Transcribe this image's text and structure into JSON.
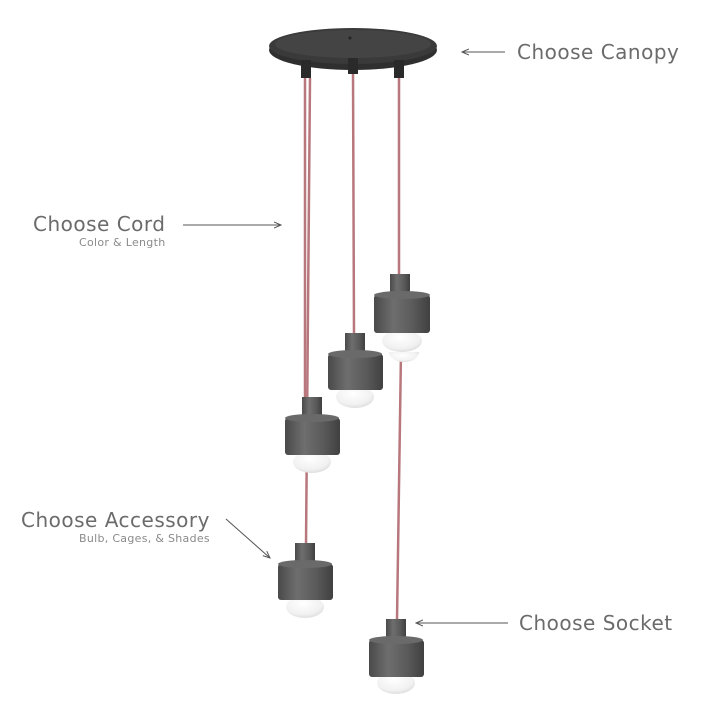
{
  "callouts": {
    "canopy": {
      "title": "Choose Canopy"
    },
    "cord": {
      "title": "Choose Cord",
      "subtitle": "Color & Length"
    },
    "accessory": {
      "title": "Choose Accessory",
      "subtitle": "Bulb, Cages, & Shades"
    },
    "socket": {
      "title": "Choose Socket"
    }
  },
  "colors": {
    "canopy": "#3a3a3a",
    "cord": "#b8777d",
    "socket_body": "#5c5c5c",
    "bulb": "#f4f4f4",
    "label_text": "#6b6b6b",
    "arrow": "#555555"
  }
}
